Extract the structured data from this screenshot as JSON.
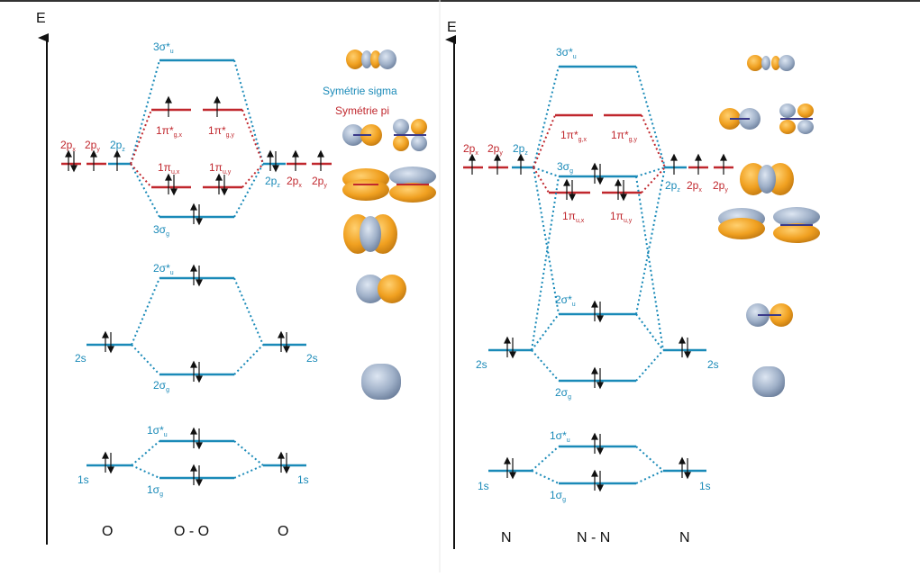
{
  "colors": {
    "sigma": "#1a8ab8",
    "pi": "#c0272d",
    "axis": "#111111",
    "lobe_orange": "#f0a020",
    "lobe_grey": "#9fb0c8"
  },
  "left": {
    "axis_label": "E",
    "labels": {
      "s3": "3σ*",
      "s3_sub": "u",
      "pig_x": "1π*",
      "pig_x_sub": "g,x",
      "pig_y": "1π*",
      "pig_y_sub": "g,y",
      "piu_x": "1π",
      "piu_x_sub": "u,x",
      "piu_y": "1π",
      "piu_y_sub": "u,y",
      "sg3": "3σ",
      "sg3_sub": "g",
      "s2": "2σ*",
      "s2_sub": "u",
      "sg2": "2σ",
      "sg2_sub": "g",
      "s1": "1σ*",
      "s1_sub": "u",
      "sg1": "1σ",
      "sg1_sub": "g",
      "a_2px": "2p",
      "a_2px_sub": "x",
      "a_2py": "2p",
      "a_2py_sub": "y",
      "a_2pz": "2p",
      "a_2pz_sub": "z",
      "b_2pz": "2p",
      "b_2pz_sub": "z",
      "b_2px": "2p",
      "b_2px_sub": "x",
      "b_2py": "2p",
      "b_2py_sub": "y",
      "a_2s": "2s",
      "b_2s": "2s",
      "a_1s": "1s",
      "b_1s": "1s",
      "atom_left": "O",
      "molecule": "O - O",
      "atom_right": "O",
      "legend_sigma": "Symétrie sigma",
      "legend_pi": "Symétrie pi"
    }
  },
  "right": {
    "axis_label": "E",
    "labels": {
      "s3": "3σ*",
      "s3_sub": "u",
      "pig_x": "1π*",
      "pig_x_sub": "g,x",
      "pig_y": "1π*",
      "pig_y_sub": "g,y",
      "sg3": "3σ",
      "sg3_sub": "g",
      "piu_x": "1π",
      "piu_x_sub": "u,x",
      "piu_y": "1π",
      "piu_y_sub": "u,y",
      "s2": "2σ*",
      "s2_sub": "u",
      "sg2": "2σ",
      "sg2_sub": "g",
      "s1": "1σ*",
      "s1_sub": "u",
      "sg1": "1σ",
      "sg1_sub": "g",
      "a_2px": "2p",
      "a_2px_sub": "x",
      "a_2py": "2p",
      "a_2py_sub": "y",
      "a_2pz": "2p",
      "a_2pz_sub": "z",
      "b_2pz": "2p",
      "b_2pz_sub": "z",
      "b_2px": "2p",
      "b_2px_sub": "x",
      "b_2py": "2p",
      "b_2py_sub": "y",
      "a_2s": "2s",
      "b_2s": "2s",
      "a_1s": "1s",
      "b_1s": "1s",
      "atom_left": "N",
      "molecule": "N - N",
      "atom_right": "N"
    }
  }
}
